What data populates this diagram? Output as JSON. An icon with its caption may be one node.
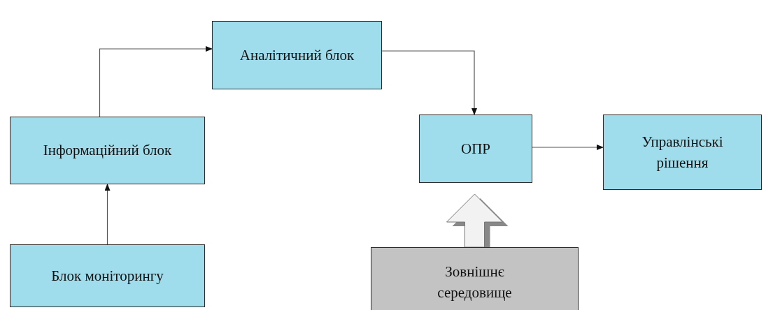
{
  "diagram": {
    "nodes": [
      {
        "text": [
          "Аналітичний блок"
        ]
      },
      {
        "text": [
          "Інформаційний блок"
        ]
      },
      {
        "text": [
          "ОПР"
        ]
      },
      {
        "text": [
          "Управлінські рішення"
        ]
      },
      {
        "text": [
          "Блок моніторингу"
        ]
      },
      {
        "text": [
          "Зовнішнє середовище"
        ]
      }
    ],
    "edges": [
      {
        "from": 4,
        "to": 1,
        "arrow": "to"
      },
      {
        "from": 1,
        "to": 0,
        "arrow": "to"
      },
      {
        "from": 0,
        "to": 2,
        "arrow": "to"
      },
      {
        "from": 2,
        "to": 3,
        "arrow": "to"
      },
      {
        "from": 5,
        "to": 2,
        "arrow": "to",
        "style": "thick"
      }
    ]
  }
}
